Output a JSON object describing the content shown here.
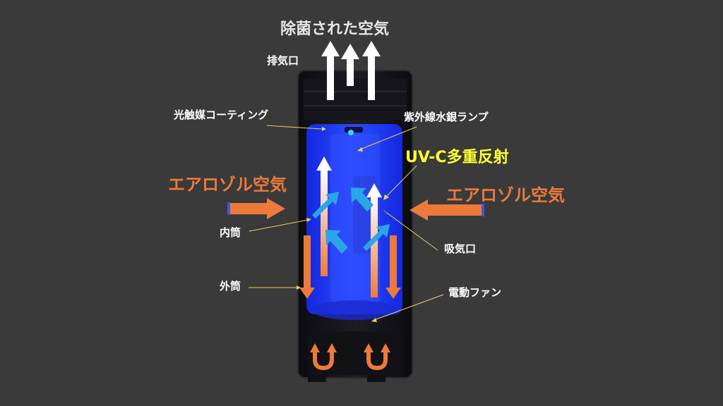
{
  "colors": {
    "background": "#3a3a3a",
    "aerosol": "#ed7a3a",
    "uv": "#ffff33",
    "lamp_chamber": "#1f3dff",
    "uv_reflection_arrow": "#2aa6e8",
    "leader_line": "#e8d35a"
  },
  "labels": {
    "sterilized_air": "除菌された空気",
    "exhaust": "排気口",
    "photocatalyst": "光触媒コーティング",
    "uv_lamp": "紫外線水銀ランプ",
    "uvc": "UV-C多重反射",
    "aerosol_left": "エアロゾル空気",
    "aerosol_right": "エアロゾル空気",
    "inner_cylinder": "内筒",
    "outer_cylinder": "外筒",
    "intake": "吸気口",
    "fan": "電動ファン"
  }
}
